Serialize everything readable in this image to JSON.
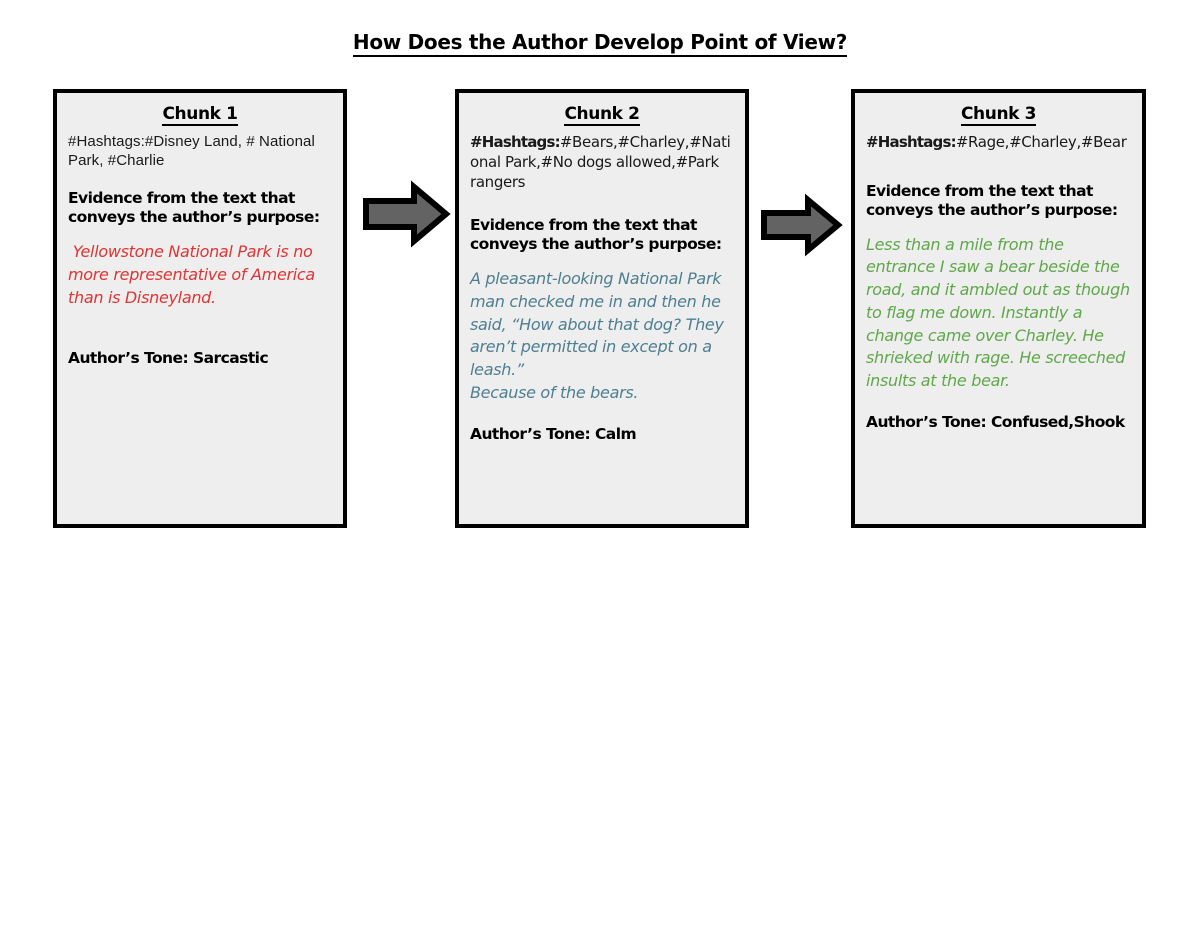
{
  "document": {
    "title": "How Does the Author Develop Point of View?",
    "background_color": "#ffffff"
  },
  "labels": {
    "evidence_prompt": "Evidence from the text that conveys the author’s purpose:",
    "hashtags_label": "#Hashtags:"
  },
  "colors": {
    "box_fill": "#eeeeee",
    "box_border": "#000000",
    "arrow_fill": "#636363",
    "arrow_stroke": "#000000",
    "quote_red": "#e03535",
    "quote_teal": "#4d7f91",
    "quote_green": "#5fa84a"
  },
  "chunks": [
    {
      "heading": "Chunk 1",
      "hashtags_label": "#Hashtags:",
      "hashtags_value": "#Disney Land, # National Park, #Charlie",
      "hashtags_full": "#Hashtags:#Disney Land, # National Park, #Charlie",
      "evidence_heading": "Evidence from the text that conveys the author’s purpose:",
      "evidence_quote": " Yellowstone National Park is no more representative of America than is Disneyland.",
      "tone": "Author’s Tone: Sarcastic",
      "quote_color": "#e03535"
    },
    {
      "heading": "Chunk 2",
      "hashtags_label": "#Hashtags:",
      "hashtags_value": "#Bears,#Charley,#National Park,#No dogs allowed,#Park rangers",
      "hashtags_full": "#Hashtags:#Bears,#Charley,#National Park,#No dogs allowed,#Park rangers",
      "evidence_heading": "Evidence from the text that conveys the author’s purpose:",
      "evidence_quote": "A pleasant-looking National Park man checked me in and then he said, “How about that dog? They aren’t permitted in except on a leash.”\nBecause of the bears.",
      "tone": "Author’s Tone: Calm",
      "quote_color": "#4d7f91"
    },
    {
      "heading": "Chunk 3",
      "hashtags_label": "#Hashtags:",
      "hashtags_value": "#Rage,#Charley,#Bear",
      "hashtags_full": "#Hashtags:#Rage,#Charley,#Bear",
      "evidence_heading": "Evidence from the text that conveys the author’s purpose:",
      "evidence_quote": "Less than a mile from the entrance I saw a bear beside the road, and it ambled out as though to flag me down. Instantly a change came over Charley. He shrieked with rage. He screeched insults at the bear.",
      "tone": "Author’s Tone: Confused,Shook",
      "quote_color": "#5fa84a"
    }
  ],
  "arrows": [
    {
      "name": "arrow-chunk1-to-chunk2",
      "direction": "right"
    },
    {
      "name": "arrow-chunk2-to-chunk3",
      "direction": "right"
    }
  ]
}
